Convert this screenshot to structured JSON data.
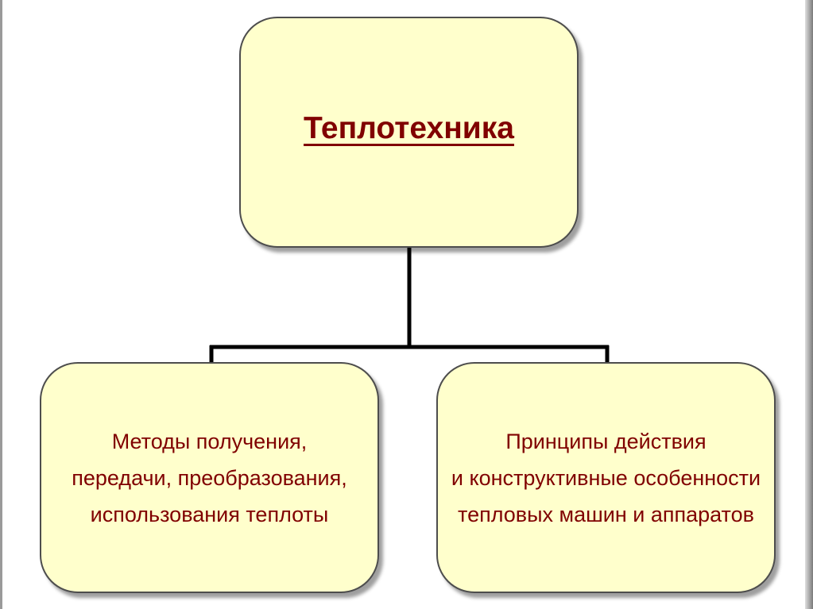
{
  "diagram": {
    "root": {
      "title": "Теплотехника"
    },
    "children": [
      {
        "lines": [
          "Методы получения,",
          "передачи, преобразования,",
          "использования теплоты"
        ]
      },
      {
        "lines": [
          "Принципы действия",
          "и конструктивные особенности",
          "тепловых машин и  аппаратов"
        ]
      }
    ]
  }
}
